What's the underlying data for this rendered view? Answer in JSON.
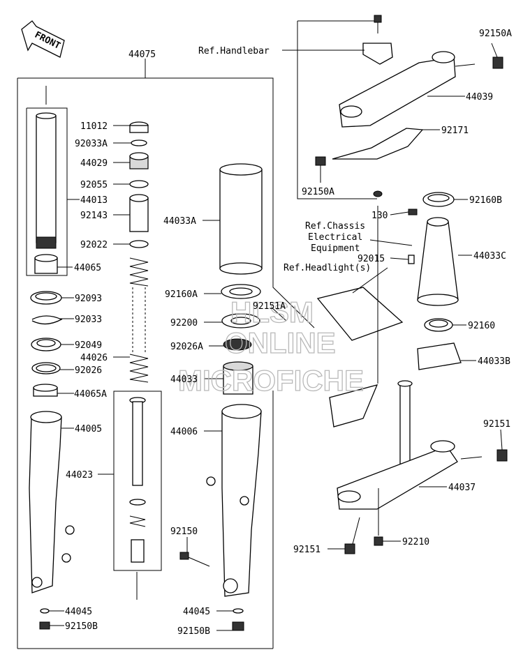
{
  "orientation": {
    "front_label": "FRONT"
  },
  "group_labels": {
    "fork_assembly": "44075"
  },
  "part_labels": {
    "p11012": "11012",
    "p92033A": "92033A",
    "p44029": "44029",
    "p92055": "92055",
    "p44013": "44013",
    "p92143": "92143",
    "p92022": "92022",
    "p44065": "44065",
    "p92093": "92093",
    "p92033": "92033",
    "p92049": "92049",
    "p44026": "44026",
    "p92026": "92026",
    "p44065A": "44065A",
    "p44005": "44005",
    "p44023": "44023",
    "p44045L": "44045",
    "p92150BL": "92150B",
    "p44033A": "44033A",
    "p92160A": "92160A",
    "p92151A": "92151A",
    "p92200": "92200",
    "p92026A": "92026A",
    "p44033": "44033",
    "p44006": "44006",
    "p92150": "92150",
    "p44045R": "44045",
    "p92150BR": "92150B",
    "p92150A_top": "92150A",
    "p44039": "44039",
    "p92171": "92171",
    "p92150A_bot": "92150A",
    "p130": "130",
    "p92160B": "92160B",
    "p92015": "92015",
    "p44033C": "44033C",
    "p92160": "92160",
    "p44033B": "44033B",
    "p92151R": "92151",
    "p44037": "44037",
    "p92151B": "92151",
    "p92210": "92210"
  },
  "references": {
    "handlebar": "Ref.Handlebar",
    "chassis_line1": "Ref.Chassis",
    "chassis_line2": "Electrical",
    "chassis_line3": "Equipment",
    "headlight": "Ref.Headlight(s)"
  },
  "watermark": {
    "line1": "HLSM",
    "line2": "ONLINE",
    "line3": "MICROFICHE"
  }
}
